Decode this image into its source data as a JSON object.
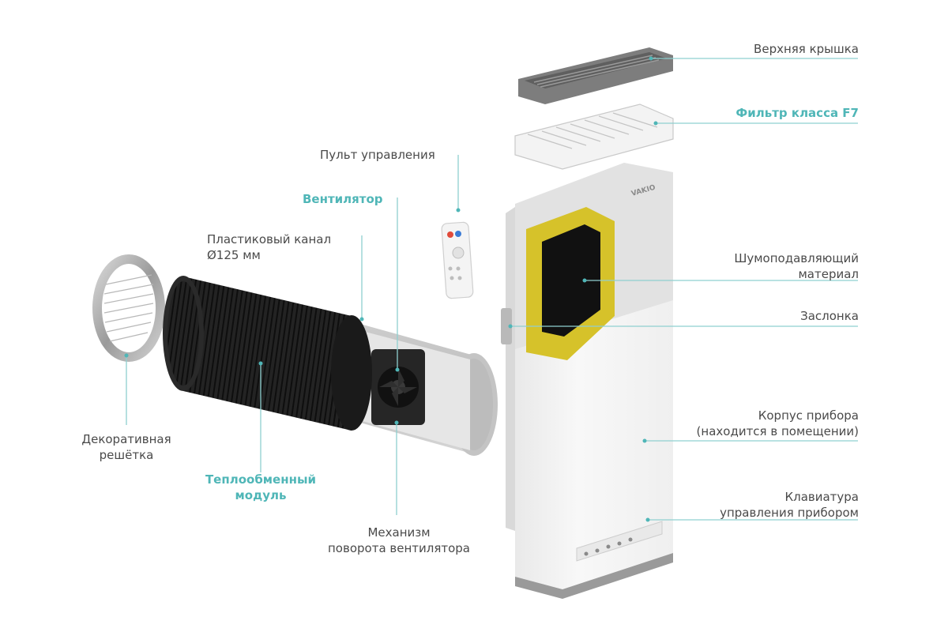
{
  "colors": {
    "accent_teal": "#4fb6b7",
    "text_gray": "#4a4a4a",
    "leader_line": "#8fd0d0",
    "insulation_yellow": "#d6c22a",
    "housing_white": "#f4f4f4",
    "core_black": "#1f1f1f"
  },
  "callouts": {
    "top_cover": {
      "text": "Верхняя крышка"
    },
    "filter": {
      "text": "Фильтр класса F7"
    },
    "remote": {
      "text": "Пульт управления"
    },
    "fan": {
      "text": "Вентилятор"
    },
    "duct": {
      "line1": "Пластиковый канал",
      "line2": "Ø125 мм"
    },
    "noise_material": {
      "line1": "Шумоподавляющий",
      "line2": "материал"
    },
    "damper": {
      "text": "Заслонка"
    },
    "housing": {
      "line1": "Корпус прибора",
      "line2": "(находится в помещении)"
    },
    "decor_grille": {
      "line1": "Декоративная",
      "line2": "решётка"
    },
    "heat_module": {
      "line1": "Теплообменный",
      "line2": "модуль"
    },
    "rotation_mech": {
      "line1": "Механизм",
      "line2": "поворота вентилятора"
    },
    "keypad": {
      "line1": "Клавиатура",
      "line2": "управления прибором"
    }
  },
  "brand": {
    "logo_text": "VAKIO"
  }
}
